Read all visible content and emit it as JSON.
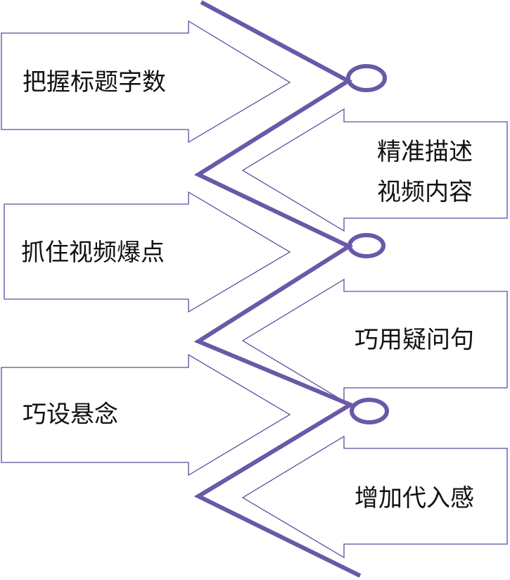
{
  "diagram": {
    "line_color": "#6a58a8",
    "border_color": "#5a4c9e",
    "steps": [
      {
        "lines": [
          "把握标题字数"
        ]
      },
      {
        "lines": [
          "精准描述",
          "视频内容"
        ]
      },
      {
        "lines": [
          "抓住视频爆点"
        ]
      },
      {
        "lines": [
          "巧用疑问句"
        ]
      },
      {
        "lines": [
          "巧设悬念"
        ]
      },
      {
        "lines": [
          "增加代入感"
        ]
      }
    ]
  }
}
